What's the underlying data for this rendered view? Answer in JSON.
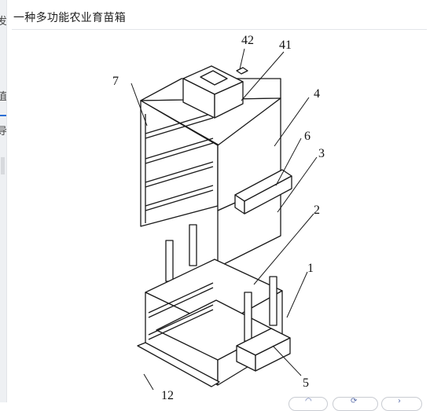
{
  "panel": {
    "title": "一种多功能农业育苗箱"
  },
  "sidebar": {
    "glyphs": [
      "发",
      "值",
      "导"
    ]
  },
  "figure": {
    "labels": [
      "42",
      "41",
      "7",
      "4",
      "6",
      "3",
      "2",
      "1",
      "5",
      "12"
    ]
  },
  "controls": {
    "icons": [
      "zoom-in-icon",
      "rotate-icon",
      "chevron-icon"
    ]
  }
}
